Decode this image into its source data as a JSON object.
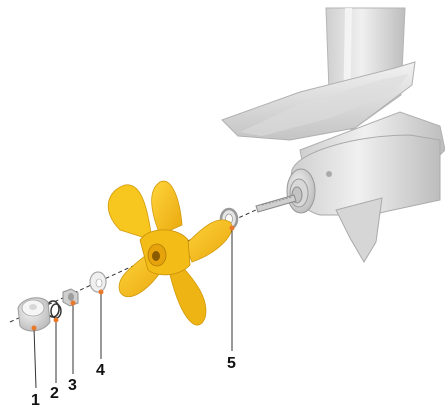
{
  "diagram": {
    "parts": [
      {
        "number": "1",
        "label": ""
      },
      {
        "number": "2",
        "label": ""
      },
      {
        "number": "3",
        "label": ""
      },
      {
        "number": "4",
        "label": ""
      },
      {
        "number": "5",
        "label": ""
      }
    ],
    "colors": {
      "propeller": "#F5C518",
      "propeller_shade": "#E3A70C",
      "leader_dot": "#E8782A",
      "drive_body": "#E4E4E4",
      "drive_shade": "#BDBDBD",
      "axis_line": "#333333"
    }
  }
}
